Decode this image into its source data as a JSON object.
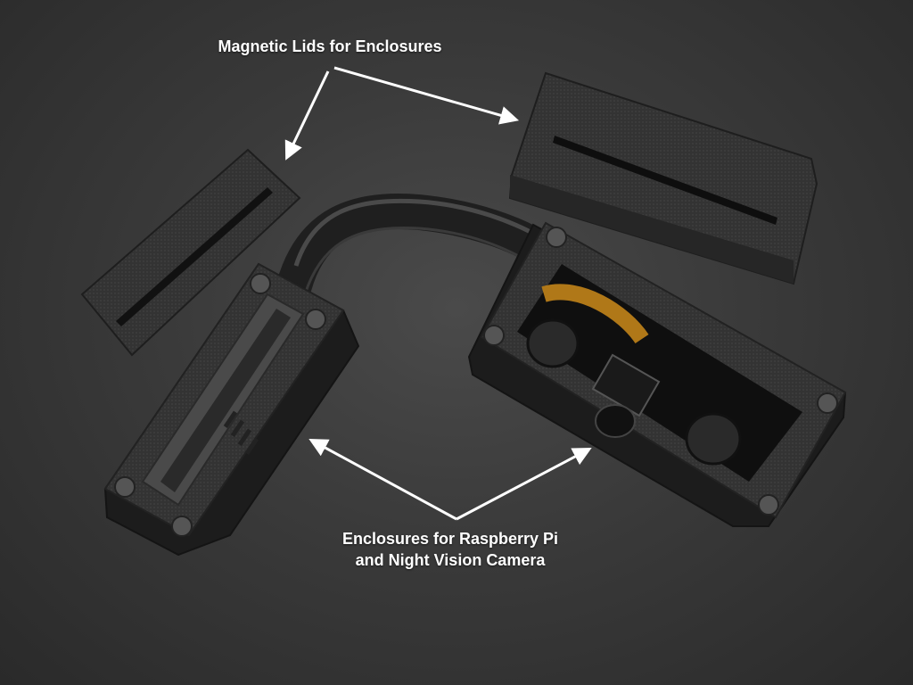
{
  "annotations": {
    "lids_label": "Magnetic Lids for Enclosures",
    "enclosures_label_line1": "Enclosures for Raspberry Pi",
    "enclosures_label_line2": "and Night Vision Camera"
  },
  "colors": {
    "background": "#3a3a3a",
    "plastic": "#2e2e2e",
    "plastic_highlight": "#4a4a4a",
    "ribbon_cable": "#b07818",
    "label_text": "#ffffff",
    "arrow": "#ffffff"
  }
}
